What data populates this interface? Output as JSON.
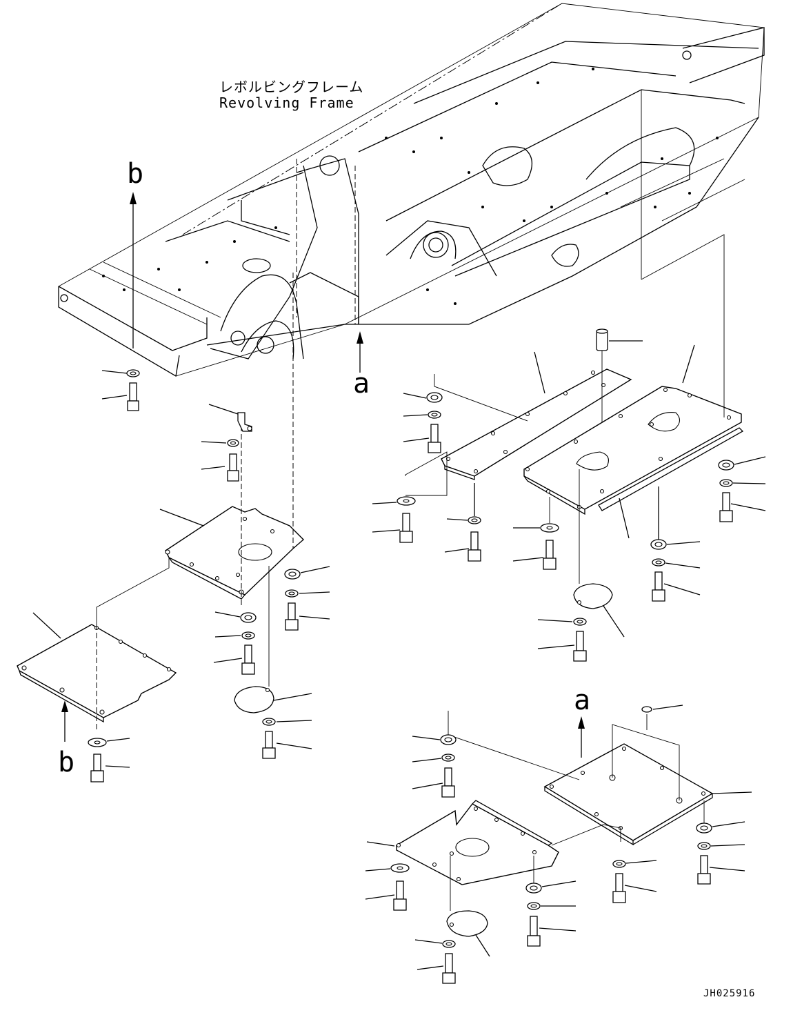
{
  "labels": {
    "frame_name_jp": "レボルビングフレーム",
    "frame_name_en": "Revolving Frame",
    "ref_a": "a",
    "ref_b": "b",
    "drawing_number": "JH025916"
  },
  "colors": {
    "line": "#000000",
    "background": "#ffffff"
  }
}
